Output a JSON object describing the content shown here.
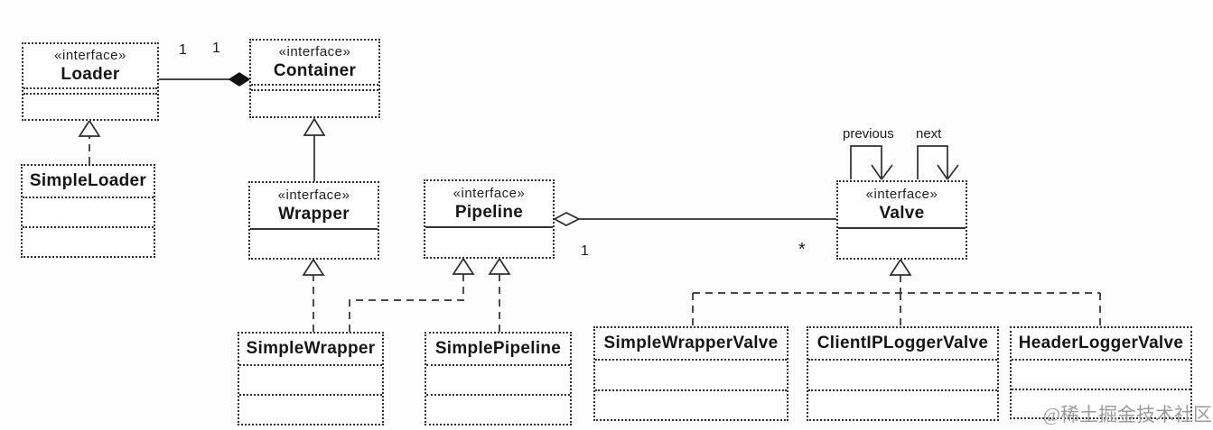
{
  "classes": {
    "loader": {
      "stereotype": "«interface»",
      "name": "Loader"
    },
    "container": {
      "stereotype": "«interface»",
      "name": "Container"
    },
    "simple_loader": {
      "name": "SimpleLoader"
    },
    "wrapper": {
      "stereotype": "«interface»",
      "name": "Wrapper"
    },
    "pipeline": {
      "stereotype": "«interface»",
      "name": "Pipeline"
    },
    "valve": {
      "stereotype": "«interface»",
      "name": "Valve"
    },
    "simple_wrapper": {
      "name": "SimpleWrapper"
    },
    "simple_pipeline": {
      "name": "SimplePipeline"
    },
    "simple_wrapper_valve": {
      "name": "SimpleWrapperValve"
    },
    "client_ip_logger_valve": {
      "name": "ClientIPLoggerValve"
    },
    "header_logger_valve": {
      "name": "HeaderLoggerValve"
    }
  },
  "labels": {
    "loader_mult": "1",
    "container_mult": "1",
    "pipeline_mult": "1",
    "valve_mult": "*",
    "valve_role_previous": "previous",
    "valve_role_next": "next"
  },
  "relationships": [
    {
      "type": "composition",
      "whole": "Container",
      "part": "Loader",
      "whole_mult": "1",
      "part_mult": "1"
    },
    {
      "type": "generalization",
      "child": "Wrapper",
      "parent": "Container"
    },
    {
      "type": "realization",
      "child": "SimpleLoader",
      "parent": "Loader"
    },
    {
      "type": "realization",
      "child": "SimpleWrapper",
      "parent": "Wrapper"
    },
    {
      "type": "realization",
      "child": "SimpleWrapper",
      "parent": "Pipeline"
    },
    {
      "type": "realization",
      "child": "SimplePipeline",
      "parent": "Pipeline"
    },
    {
      "type": "aggregation",
      "whole": "Pipeline",
      "part": "Valve",
      "whole_mult": "1",
      "part_mult": "*"
    },
    {
      "type": "self-association",
      "on": "Valve",
      "roles": [
        "previous",
        "next"
      ]
    },
    {
      "type": "realization",
      "child": "SimpleWrapperValve",
      "parent": "Valve"
    },
    {
      "type": "realization",
      "child": "ClientIPLoggerValve",
      "parent": "Valve"
    },
    {
      "type": "realization",
      "child": "HeaderLoggerValve",
      "parent": "Valve"
    }
  ],
  "watermark": "@稀土掘金技术社区"
}
